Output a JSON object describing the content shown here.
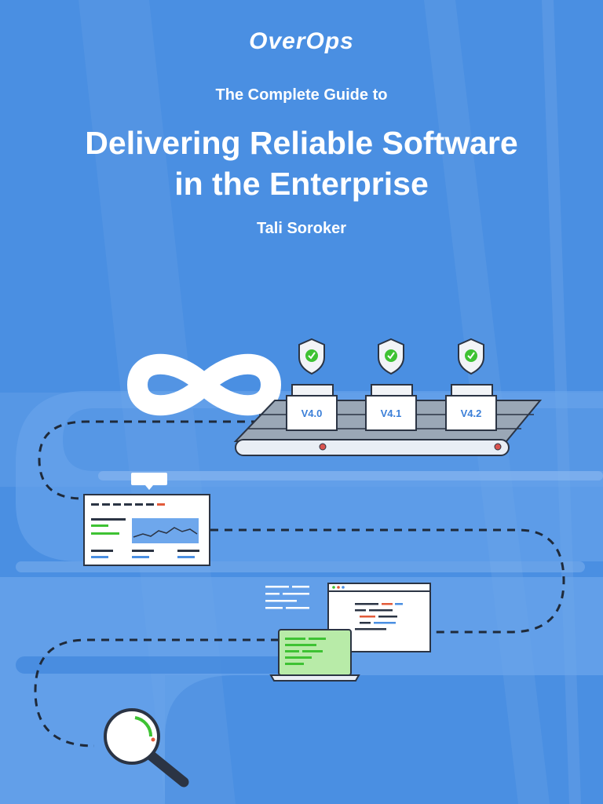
{
  "brand": {
    "name": "OverOps"
  },
  "cover": {
    "subtitle": "The Complete Guide to",
    "title_line1": "Delivering Reliable Software",
    "title_line2": "in the Enterprise",
    "author": "Tali Soroker"
  },
  "illustration": {
    "versions": [
      "V4.0",
      "V4.1",
      "V4.2"
    ],
    "icons": [
      "infinity-icon",
      "shield-check-icon",
      "conveyor-belt",
      "dashboard-window",
      "code-window",
      "laptop-icon",
      "magnifier-icon"
    ]
  },
  "colors": {
    "background": "#4a8fe2",
    "band": "#6ea7ec",
    "accent_green": "#3ec233",
    "text": "#ffffff"
  }
}
